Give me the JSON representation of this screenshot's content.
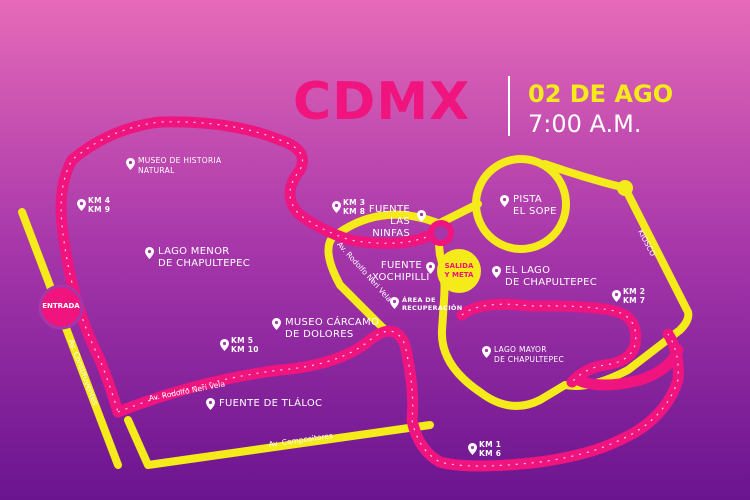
{
  "header": {
    "city": "CDMX",
    "date": "02 DE AGO",
    "time": "7:00 A.M."
  },
  "colors": {
    "background_top": "#e66ab8",
    "background_bottom": "#6a148f",
    "route": "#f0147e",
    "road": "#f5ea1a",
    "text": "#ffffff"
  },
  "badges": {
    "entrada": "ENTRADA",
    "salida_meta": "SALIDA Y META"
  },
  "streets": {
    "constituyentes": "Av. Constituyentes",
    "rodolfo_lower": "Av. Rodolfo Neri Vela",
    "rodolfo_upper": "Av. Rodolfo Neri Vela",
    "compositores": "Av. Compositores",
    "kiosco": "KIOSCO"
  },
  "places": {
    "museo_historia_1": "MUSEO DE HISTORIA",
    "museo_historia_2": "NATURAL",
    "lago_menor_1": "LAGO MENOR",
    "lago_menor_2": "DE CHAPULTEPEC",
    "museo_carcamo_1": "MUSEO CÁRCAMO",
    "museo_carcamo_2": "DE DOLORES",
    "fuente_tlaloc": "FUENTE DE TLÁLOC",
    "fuente_ninfas_1": "FUENTE",
    "fuente_ninfas_2": "LAS NINFAS",
    "fuente_xochipilli_1": "FUENTE",
    "fuente_xochipilli_2": "XOCHIPILLI",
    "area_recuperacion_1": "ÁREA DE",
    "area_recuperacion_2": "RECUPERACIÓN",
    "pista_1": "PISTA",
    "pista_2": "EL SOPE",
    "lago_chapultepec_1": "EL LAGO",
    "lago_chapultepec_2": "DE CHAPULTEPEC",
    "lago_mayor_1": "LAGO MAYOR",
    "lago_mayor_2": "DE CHAPULTEPEC"
  },
  "km_markers": {
    "km4_9": [
      "KM 4",
      "KM 9"
    ],
    "km3_8": [
      "KM 3",
      "KM 8"
    ],
    "km5_10": [
      "KM 5",
      "KM 10"
    ],
    "km2_7": [
      "KM 2",
      "KM 7"
    ],
    "km1_6": [
      "KM 1",
      "KM 6"
    ]
  },
  "icons": [
    "location-pin-icon"
  ]
}
